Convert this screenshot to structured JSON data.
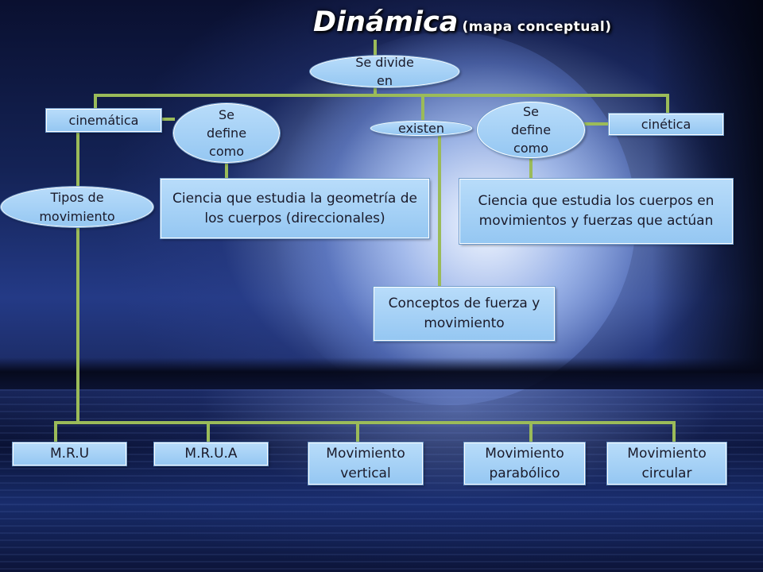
{
  "title": {
    "main": "Dinámica",
    "sub": "(mapa conceptual)"
  },
  "nodes": {
    "se_divide_en": "Se divide en",
    "cinematica": "cinemática",
    "se_define_como_left": "Se define como",
    "existen": "existen",
    "se_define_como_right": "Se define como",
    "cinetica": "cinética",
    "tipos_de_movimiento": "Tipos de movimiento",
    "def_cinematica": "Ciencia que estudia la geometría de los cuerpos (direccionales)",
    "def_cinetica": "Ciencia que estudia los cuerpos en movimientos y fuerzas que actúan",
    "conceptos": "Conceptos de fuerza y movimiento",
    "mru": "M.R.U",
    "mrua": "M.R.U.A",
    "vertical": "Movimiento vertical",
    "parabolico": "Movimiento parabólico",
    "circular": "Movimiento circular"
  },
  "colors": {
    "connector": "#9bbb59",
    "node_fill": "#a6d0f5",
    "node_border": "#ffffff",
    "title_text": "#ffffff"
  }
}
